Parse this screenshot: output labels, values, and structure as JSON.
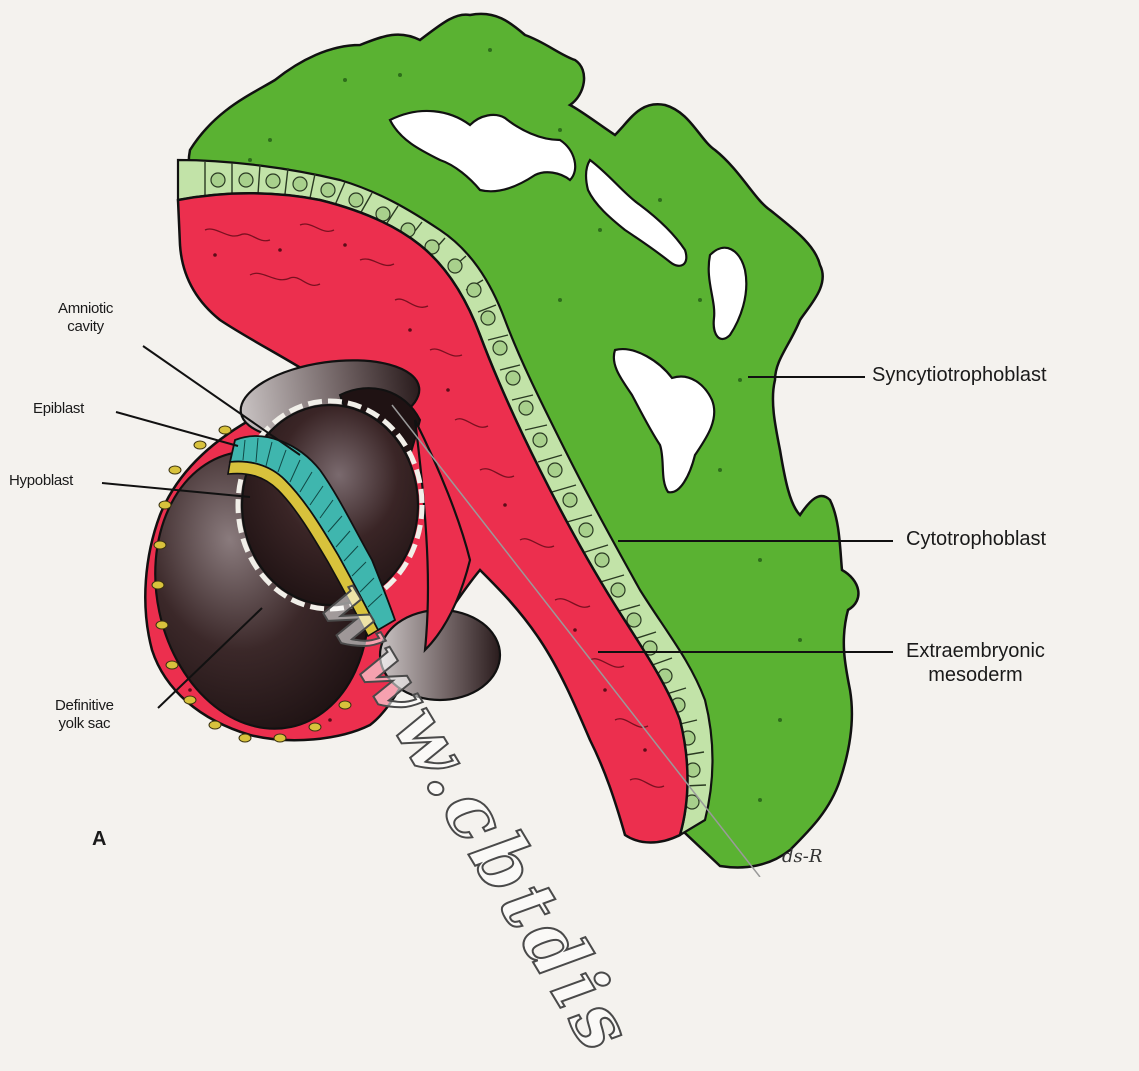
{
  "figure": {
    "panel_letter": "A",
    "watermark": "www.cbtdis",
    "artist_signature": "ds-R"
  },
  "labels": {
    "amniotic_cavity": "Amniotic\ncavity",
    "epiblast": "Epiblast",
    "hypoblast": "Hypoblast",
    "definitive_yolk_sac": "Definitive\nyolk sac",
    "syncytiotrophoblast": "Syncytiotrophoblast",
    "cytotrophoblast": "Cytotrophoblast",
    "extraembryonic_mesoderm": "Extraembryonic\nmesoderm"
  },
  "colors": {
    "syncytiotrophoblast": "#5ab232",
    "cytotrophoblast": "#c2e3a8",
    "extraembryonic_mesoderm": "#ec2f4e",
    "epiblast": "#3fb6ae",
    "hypoblast": "#d8c23c",
    "cavity_dark": "#2a1a1a",
    "lacunae": "#ffffff"
  }
}
